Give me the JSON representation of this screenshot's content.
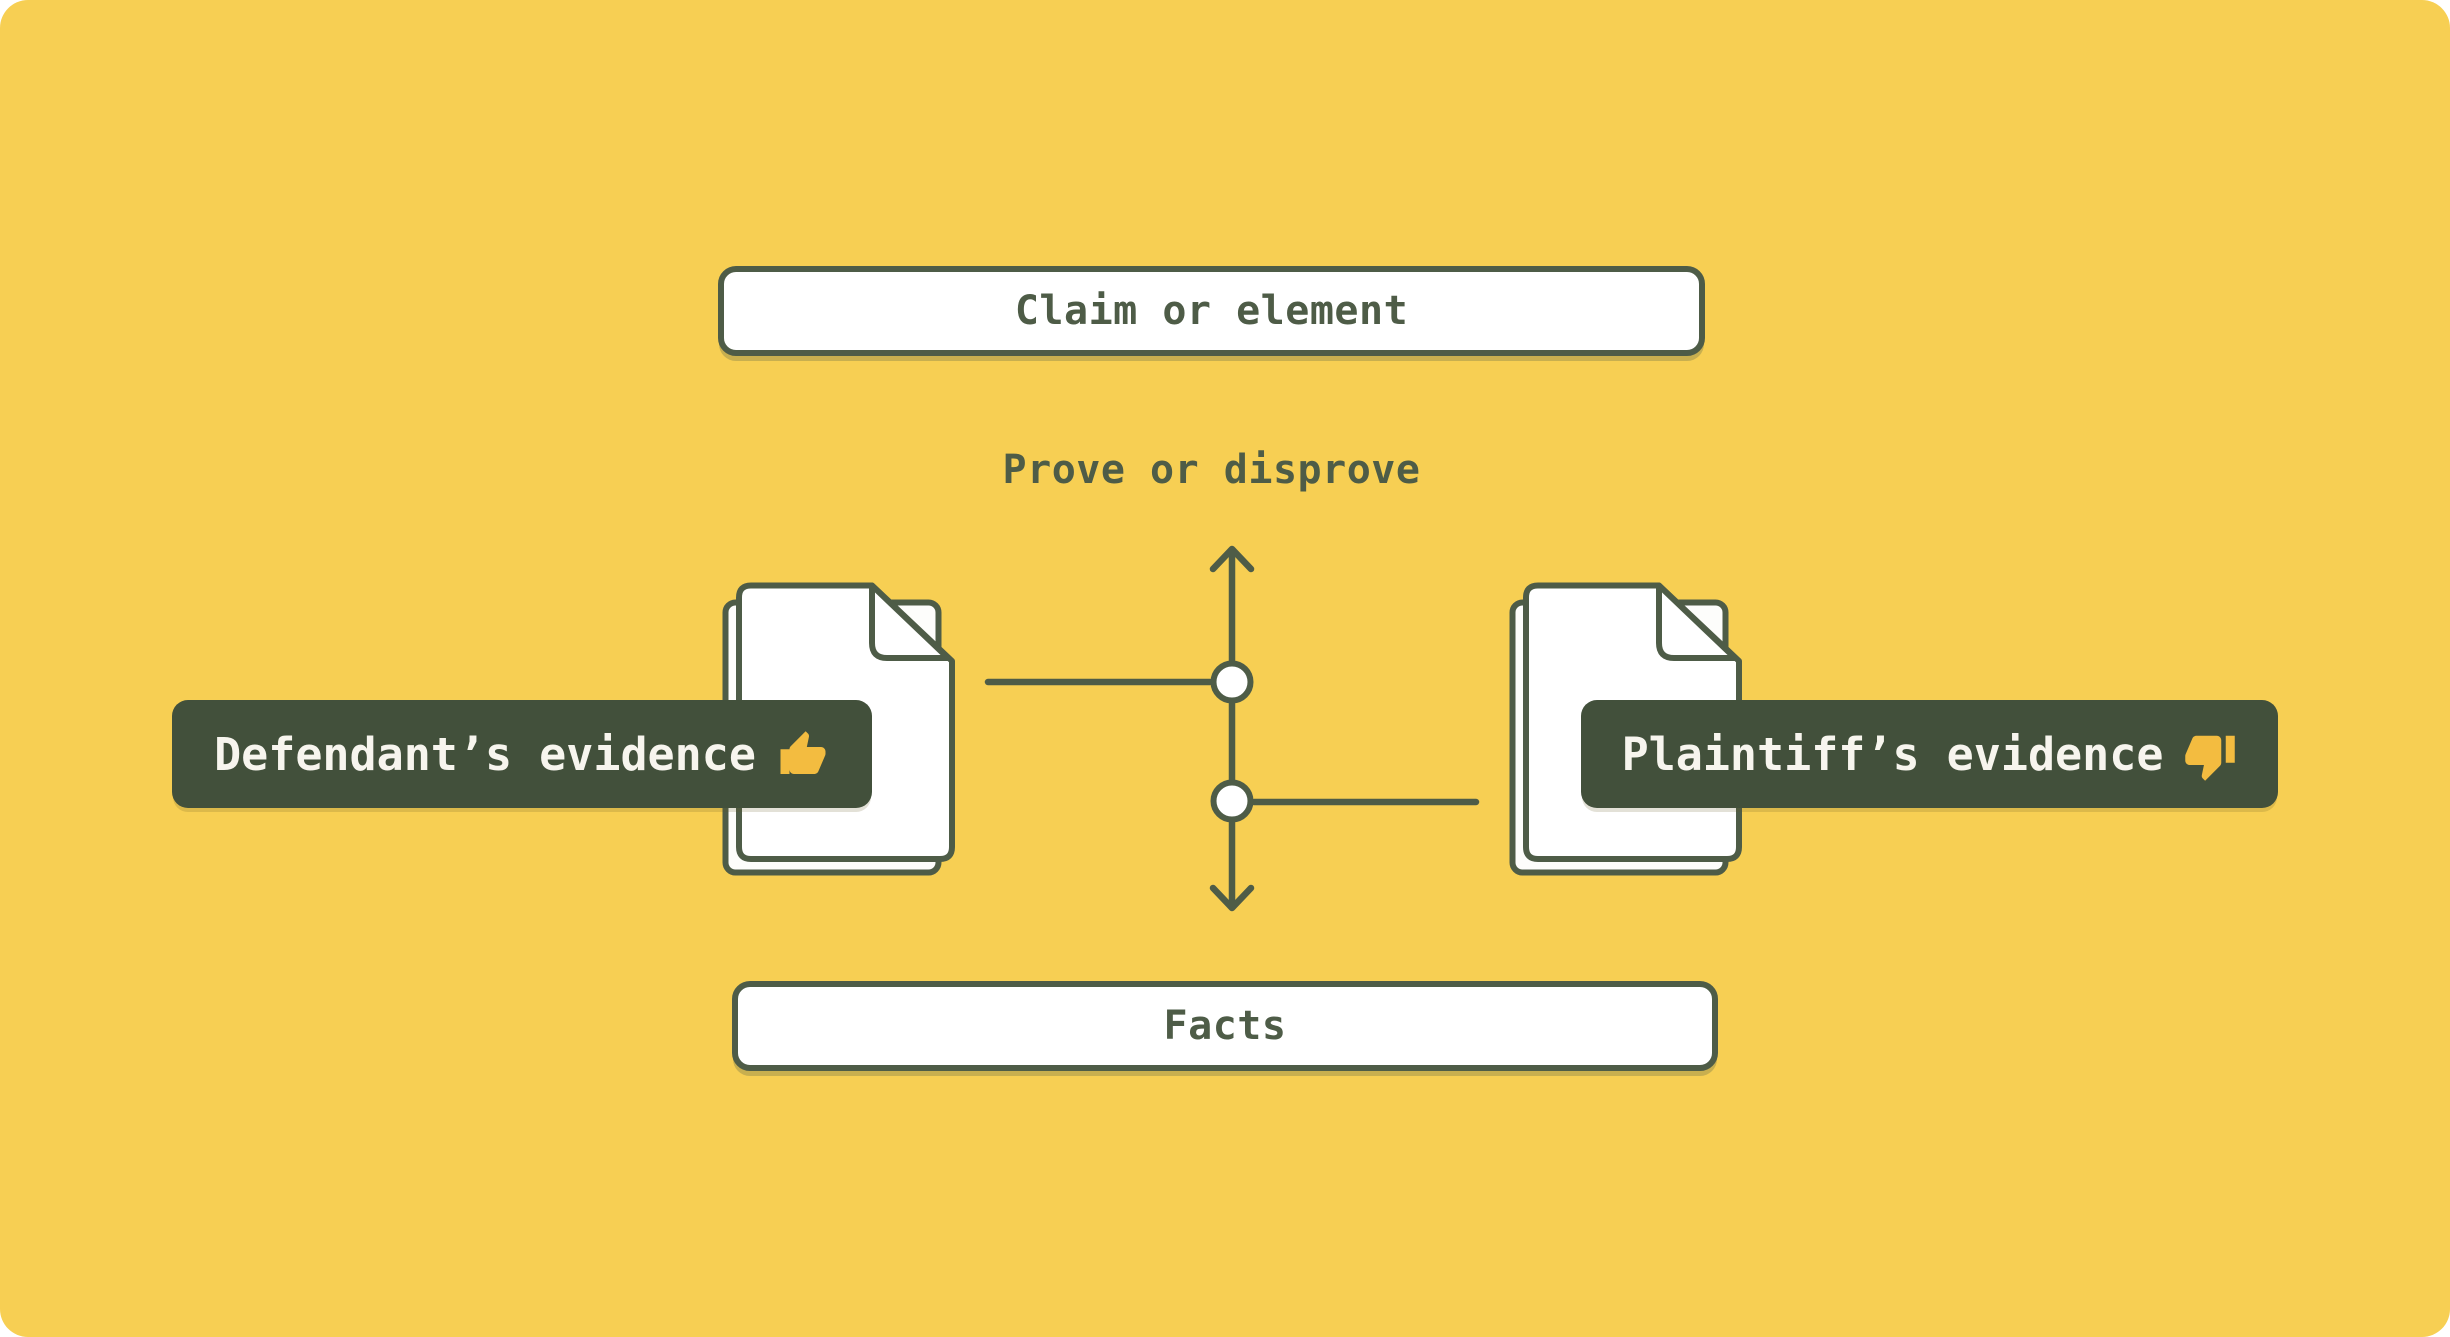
{
  "colors": {
    "background": "#F7CF53",
    "outline_green": "#4E5C47",
    "panel_green": "#42503B",
    "node_fill": "#FFFFFF",
    "label_text": "#F7F5EE",
    "thumb_gold": "#F3BC40"
  },
  "nodes": {
    "claim": {
      "label": "Claim or element"
    },
    "relation": {
      "label": "Prove or disprove"
    },
    "facts": {
      "label": "Facts"
    }
  },
  "evidence": {
    "defendant": {
      "label": "Defendant’s evidence",
      "icon": "thumbs-up-icon"
    },
    "plaintiff": {
      "label": "Plaintiff’s evidence",
      "icon": "thumbs-down-icon"
    }
  },
  "icons": {
    "documents": "document-icon",
    "connector": [
      "up-arrow-icon",
      "down-arrow-icon",
      "connector-node-circle"
    ]
  }
}
